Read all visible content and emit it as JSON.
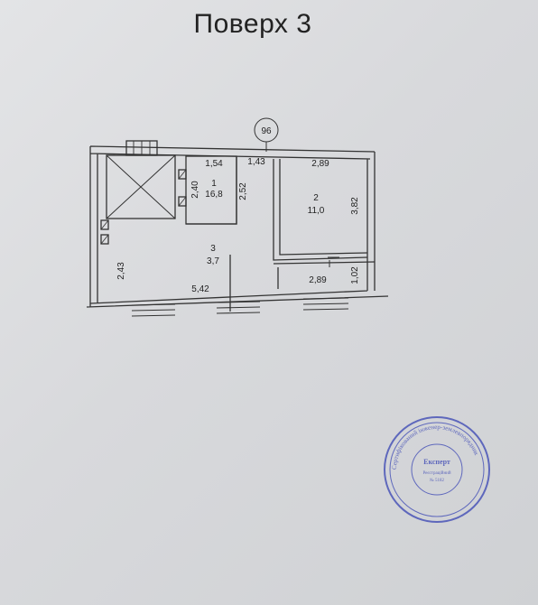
{
  "title": "Поверх 3",
  "section_number": "96",
  "rooms": [
    {
      "number": "1",
      "area": "16,8"
    },
    {
      "number": "2",
      "area": "11,0"
    },
    {
      "number": "3",
      "area": "3,7"
    }
  ],
  "dimensions": {
    "room3_width": "1,54",
    "room3_height": "2,40",
    "partition_height": "2,52",
    "corridor_width": "1,43",
    "room2_width": "2,89",
    "room2_height": "3,82",
    "room1_height": "2,43",
    "room1_width": "5,42",
    "balcony_width": "2,89",
    "balcony_depth": "1,02"
  },
  "seal": {
    "center": "Експерт",
    "line2": "Реєстраційний",
    "line3": "№ 5182",
    "ring": "Сертифікований інженер-землевпорядник",
    "color": "#4a55b8"
  }
}
